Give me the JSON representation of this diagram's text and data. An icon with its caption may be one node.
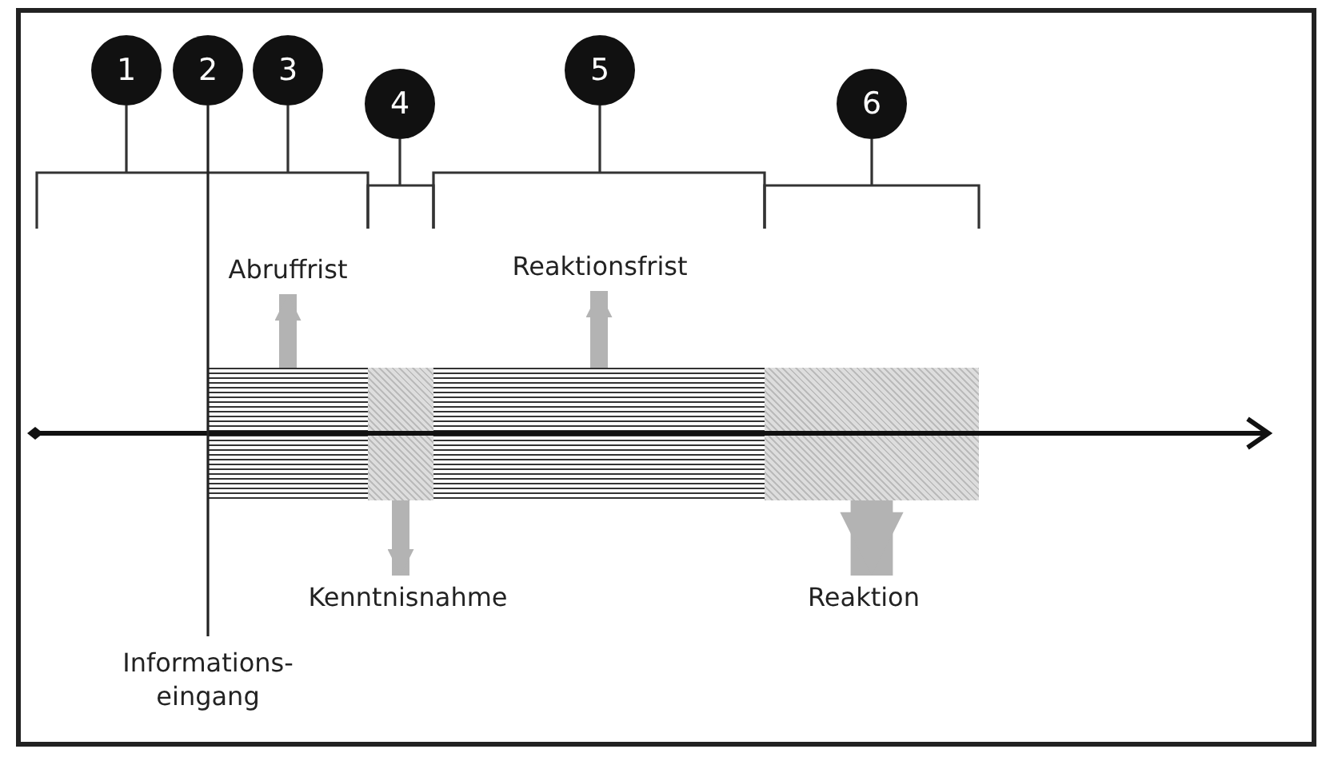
{
  "diagram": {
    "nodes": [
      {
        "text": [
          "1"
        ]
      },
      {
        "text": [
          "2"
        ]
      },
      {
        "text": [
          "3"
        ]
      },
      {
        "text": [
          "4"
        ]
      },
      {
        "text": [
          "5"
        ]
      },
      {
        "text": [
          "6"
        ]
      },
      {
        "text": [
          "Abruffrist"
        ]
      },
      {
        "text": [
          "Reaktionsfrist"
        ]
      },
      {
        "text": [],
        "shape": "bar"
      },
      {
        "text": [],
        "shape": "bar"
      },
      {
        "text": [],
        "shape": "bar"
      },
      {
        "text": [],
        "shape": "bar"
      },
      {
        "text": [
          "Kenntnisnahme"
        ]
      },
      {
        "text": [
          "Reaktion"
        ]
      },
      {
        "text": [
          "Informations- eingang"
        ]
      }
    ],
    "edges": [
      {
        "from": 8,
        "to": 6,
        "arrow": "to"
      },
      {
        "from": 10,
        "to": 7,
        "arrow": "to"
      },
      {
        "from": 9,
        "to": 12,
        "arrow": "to"
      },
      {
        "from": 11,
        "to": 13,
        "arrow": "to",
        "style": "thick"
      },
      {
        "from": 1,
        "to": 14,
        "arrow": "none",
        "color": "#222222"
      }
    ]
  }
}
